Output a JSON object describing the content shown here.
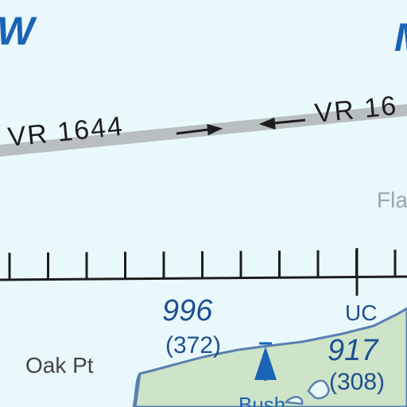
{
  "map": {
    "top_left_fragment": "W",
    "top_right_fragment": "M",
    "route_left": "VR 1644",
    "route_right": "VR 16",
    "place_oak": "Oak Pt",
    "place_faded": "Fla",
    "uc_label": "UC",
    "spot_elev_1": {
      "value": "996",
      "agl": "(372)"
    },
    "spot_elev_2": {
      "value": "917",
      "agl": "(308)"
    },
    "town_fragment": "Bush",
    "colors": {
      "water": "#e9f9fb",
      "land": "#cde4c8",
      "shore": "#5b7fb0",
      "route_band": "#b8bfc1",
      "chart_blue": "#1b63b6",
      "text_dark": "#1d1d1d"
    },
    "icons": [
      "arrow-right-icon",
      "arrow-left-icon",
      "tower-obstruction-icon"
    ]
  }
}
